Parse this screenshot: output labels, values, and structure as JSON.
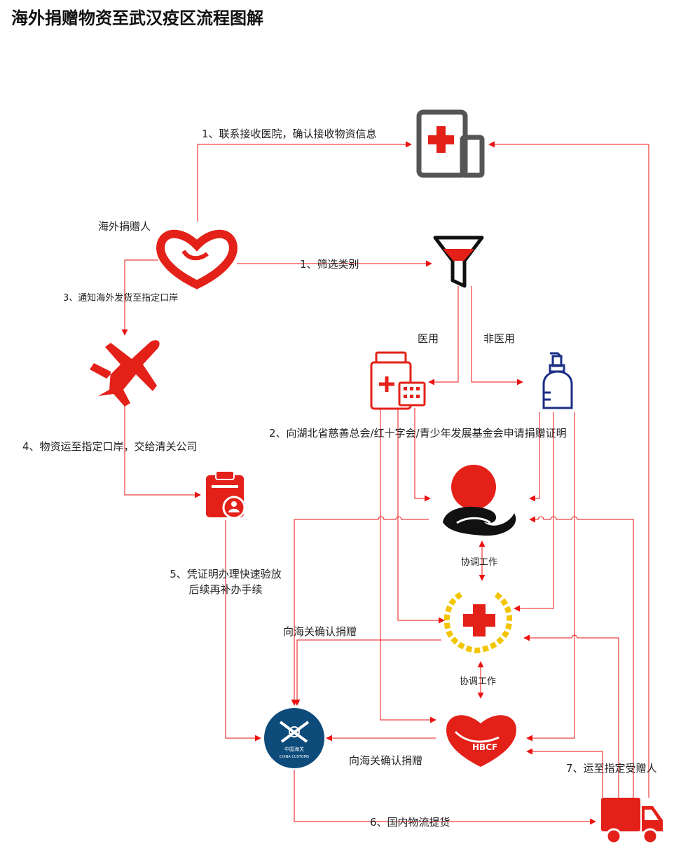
{
  "title": "海外捐赠物资至武汉疫区流程图解",
  "nodes": {
    "donor": "海外捐赠人",
    "customs_logo_en": "CHINA CUSTOMS",
    "customs_logo_cn": "中国海关",
    "hbcf_logo": "HBCF"
  },
  "edges": {
    "contact_hospital": "1、联系接收医院，确认接收物资信息",
    "filter_category": "1、筛选类别",
    "medical": "医用",
    "non_medical": "非医用",
    "notify_port": "3、通知海外发货至指定口岸",
    "ship_to_port": "4、物资运至指定口岸，交给清关公司",
    "apply_certificate": "2、向湖北省慈善总会/红十字会/青少年发展基金会申请捐赠证明",
    "release_line1": "5、凭证明办理快速验放",
    "release_line2": "后续再补办手续",
    "confirm_customs_1": "向海关确认捐赠",
    "confirm_customs_2": "向海关确认捐赠",
    "coordinate_1": "协调工作",
    "coordinate_2": "协调工作",
    "domestic_logistics": "6、国内物流提货",
    "deliver_recipient": "7、运至指定受赠人"
  },
  "colors": {
    "accent": "#e32119",
    "line": "#ee1111",
    "hospital": "#555555",
    "bottle": "#1c2e86",
    "customs": "#0d4b7a",
    "gold": "#f2c500"
  }
}
